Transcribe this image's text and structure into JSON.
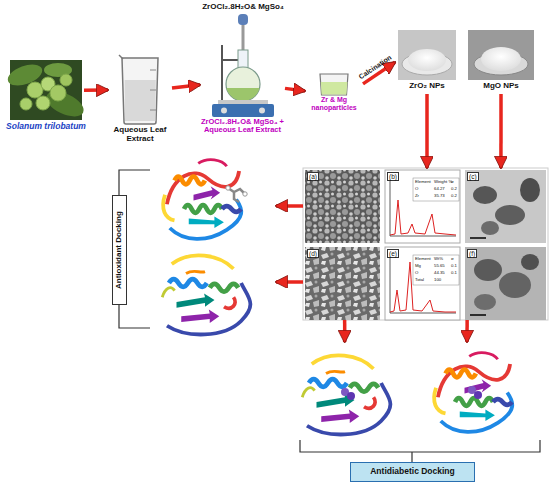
{
  "diagram": {
    "nodes": [
      {
        "text": [
          "Solanum trilobatum"
        ]
      },
      {
        "text": [
          "Aqueous Leaf Extract"
        ]
      },
      {
        "text": [
          "ZrOCl₂.8H₂O& MgSo₄ + Aqueous Leaf Extract"
        ]
      },
      {
        "text": [
          "Zr & Mg nanoparticles"
        ]
      },
      {
        "text": [
          "ZrO₂ NPs"
        ]
      },
      {
        "text": [
          "MgO NPs"
        ]
      },
      {
        "text": [
          "(a)",
          "(b)",
          "(c)",
          "(d)",
          "(e)",
          "(f)"
        ]
      },
      {
        "text": [
          "Antioxidant Docking"
        ]
      },
      {
        "text": [
          "Antidiabetic Docking"
        ]
      }
    ],
    "edges": [
      {
        "from": 0,
        "to": 1,
        "arrow": "to"
      },
      {
        "from": 1,
        "to": 2,
        "arrow": "to"
      },
      {
        "from": 2,
        "to": 3,
        "arrow": "to"
      },
      {
        "from": 3,
        "to": 4,
        "label": "Calcination",
        "arrow": "to"
      },
      {
        "from": 4,
        "to": 6,
        "arrow": "to"
      },
      {
        "from": 5,
        "to": 6,
        "arrow": "to"
      },
      {
        "from": 6,
        "to": 7,
        "arrow": "to"
      },
      {
        "from": 6,
        "to": 7,
        "arrow": "to"
      },
      {
        "from": 6,
        "to": 8,
        "arrow": "to"
      },
      {
        "from": 6,
        "to": 8,
        "arrow": "to"
      }
    ],
    "labels": [
      "ZrOCl₂.8H₂O& MgSo₄",
      "Element",
      "Weight %",
      "σ",
      "O",
      "64.27",
      "0.2",
      "Zr",
      "35.73",
      "0.2",
      "Element",
      "Wt%",
      "σ",
      "Mg",
      "55.65",
      "0.1",
      "O",
      "44.35",
      "0.1",
      "Total",
      "100"
    ]
  }
}
